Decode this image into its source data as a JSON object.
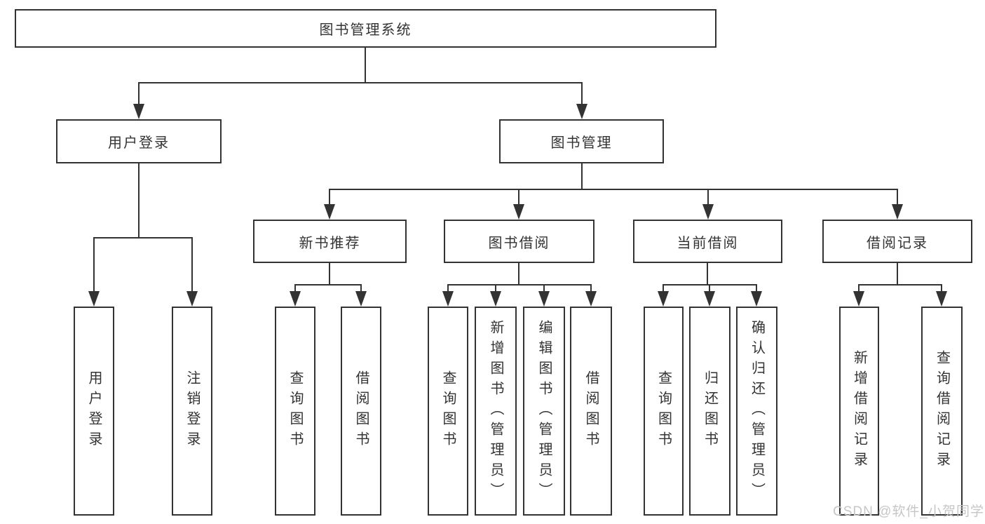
{
  "diagram": {
    "title": "图书管理系统",
    "type": "functional-structure-tree"
  },
  "colors": {
    "line": "#333333",
    "box_border": "#333333",
    "text": "#333333",
    "background": "#ffffff",
    "watermark": "#c6c6c6"
  },
  "tree": {
    "root": {
      "label": "图书管理系统"
    },
    "branches": [
      {
        "label": "用户登录",
        "children": [
          {
            "label": "用户登录"
          },
          {
            "label": "注销登录"
          }
        ]
      },
      {
        "label": "图书管理",
        "children": [
          {
            "label": "新书推荐",
            "children": [
              {
                "label": "查询图书"
              },
              {
                "label": "借阅图书"
              }
            ]
          },
          {
            "label": "图书借阅",
            "children": [
              {
                "label": "查询图书"
              },
              {
                "label": "新增图书（管理员）"
              },
              {
                "label": "编辑图书（管理员）"
              },
              {
                "label": "借阅图书"
              }
            ]
          },
          {
            "label": "当前借阅",
            "children": [
              {
                "label": "查询图书"
              },
              {
                "label": "归还图书"
              },
              {
                "label": "确认归还（管理员）"
              }
            ]
          },
          {
            "label": "借阅记录",
            "children": [
              {
                "label": "新增借阅记录"
              },
              {
                "label": "查询借阅记录"
              }
            ]
          }
        ]
      }
    ]
  },
  "watermark": {
    "text": "CSDN @软件_小贺同学"
  }
}
